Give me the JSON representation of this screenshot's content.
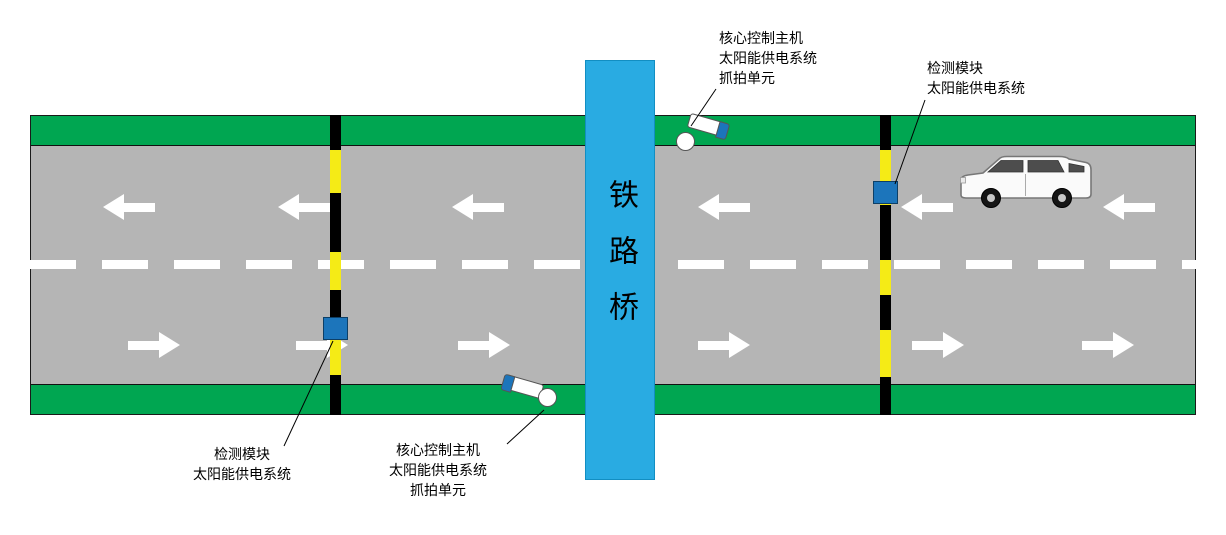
{
  "diagram": {
    "bridge": {
      "label": "铁路桥"
    },
    "annotations": {
      "top_center": {
        "lines": [
          "核心控制主机",
          "太阳能供电系统",
          "抓拍单元"
        ]
      },
      "top_right": {
        "lines": [
          "检测模块",
          "太阳能供电系统"
        ]
      },
      "bottom_left": {
        "lines": [
          "检测模块",
          "太阳能供电系统"
        ]
      },
      "bottom_center": {
        "lines": [
          "核心控制主机",
          "太阳能供电系统",
          "抓拍单元"
        ]
      }
    },
    "icons": {
      "camera_top": "cctv-camera-icon",
      "camera_bottom": "cctv-camera-icon",
      "vehicle": "suv-car-icon",
      "arrows_top_direction": "left",
      "arrows_bottom_direction": "right"
    },
    "colors": {
      "grass": "#00A651",
      "road": "#B5B5B5",
      "bridge": "#29ABE2",
      "stripe_yellow": "#F5EB16",
      "pole_black": "#000000",
      "module_blue": "#1C75BB",
      "arrow": "#FFFFFF"
    }
  }
}
